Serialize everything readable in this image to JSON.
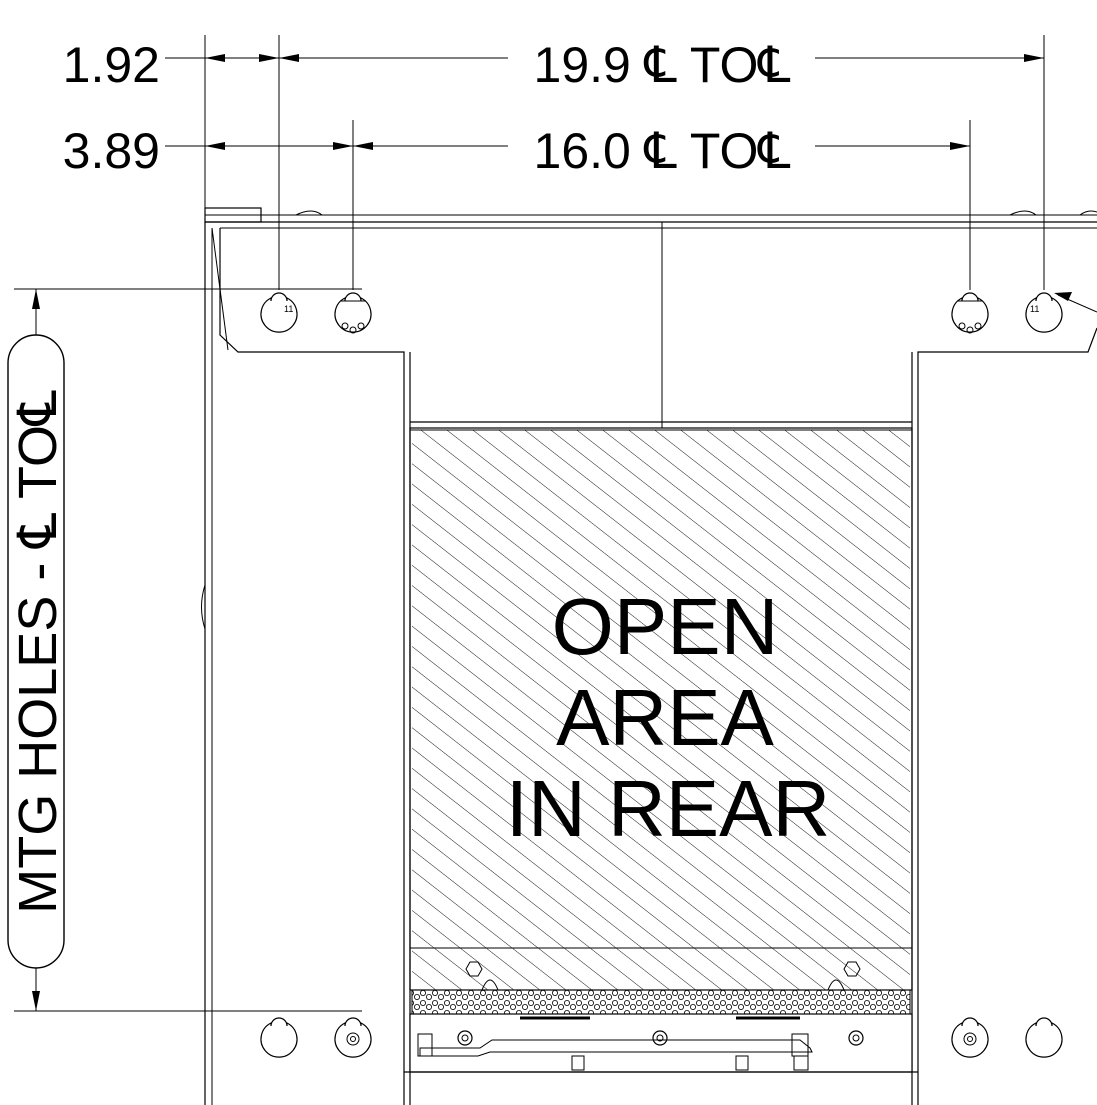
{
  "dimensions": {
    "top_outer_left": "1.92",
    "top_outer_span": "19.9 ℄ TO℄",
    "top_inner_left": "3.89",
    "top_inner_span": "16.0 ℄ TO℄",
    "vertical": "MTG HOLES - ℄ TO℄"
  },
  "open_area": {
    "line1": "OPEN",
    "line2": "AREA",
    "line3": "IN REAR"
  },
  "hole_label": "11",
  "colors": {
    "line": "#000000",
    "background": "#ffffff"
  }
}
